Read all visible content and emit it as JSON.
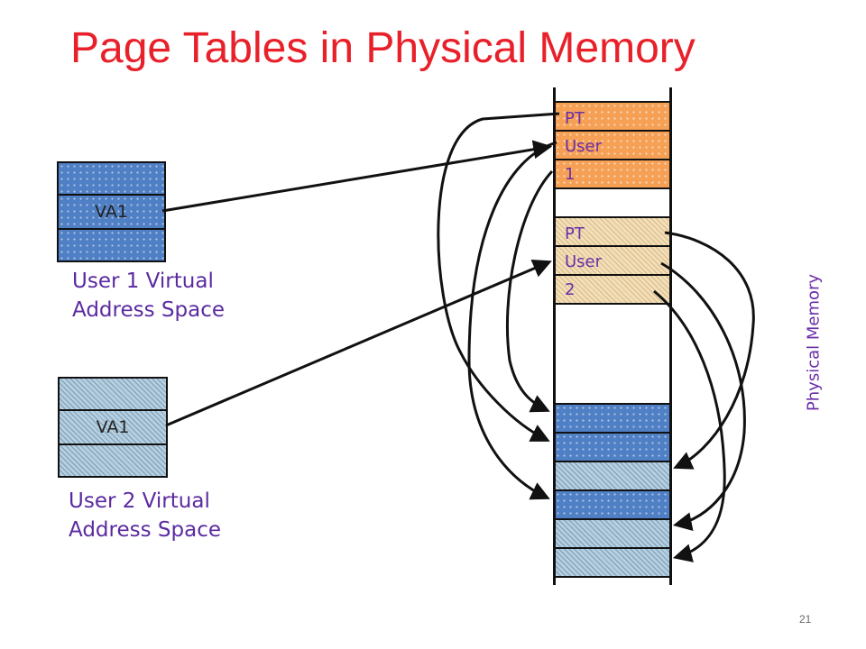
{
  "title": "Page Tables in Physical Memory",
  "user1": {
    "va_label": "VA1",
    "caption_line1": "User 1 Virtual",
    "caption_line2": "Address Space"
  },
  "user2": {
    "va_label": "VA1",
    "caption_line1": "User 2 Virtual",
    "caption_line2": "Address Space"
  },
  "physical_memory": {
    "label": "Physical Memory",
    "pt_user1": [
      "PT",
      "User",
      "1"
    ],
    "pt_user2": [
      "PT",
      "User",
      "2"
    ]
  },
  "page_number": "21",
  "colors": {
    "title": "#e8202a",
    "label": "#5b2aa0",
    "user1_page": "#4f7fc4",
    "user2_page": "#b5cfe0",
    "pt_user1": "#f5a055",
    "pt_user2": "#f2dfb8"
  }
}
